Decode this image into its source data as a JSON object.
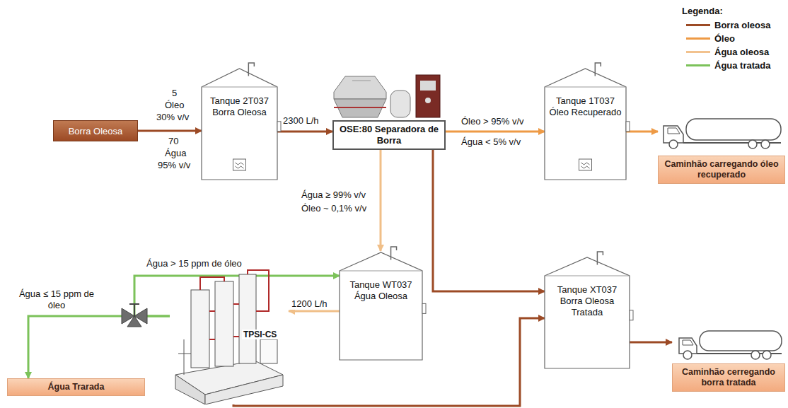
{
  "diagram": {
    "nodes": [
      {
        "text": [
          "Borra Oleosa"
        ]
      },
      {
        "text": [
          "Tanque 2T037 Borra Oleosa"
        ]
      },
      {
        "text": [
          "OSE:80 Separadora de Borra"
        ]
      },
      {
        "text": [
          "Tanque 1T037 Óleo Recuperado"
        ]
      },
      {
        "text": [
          "Caminhão carregando óleo recuperado"
        ]
      },
      {
        "text": [
          "Tanque WT037 Água Oleosa"
        ]
      },
      {
        "text": [
          "Tanque XT037 Borra Oleosa Tratada"
        ]
      },
      {
        "text": [
          "Caminhão cerregando borra tratada"
        ]
      },
      {
        "text": [
          "TPSI-CS"
        ]
      },
      {
        "text": [
          "Água Trarada"
        ]
      }
    ],
    "edges": [
      {
        "from": 0,
        "to": 1,
        "arrow": "to"
      },
      {
        "from": 1,
        "to": 2,
        "label": "2300 L/h",
        "arrow": "to"
      },
      {
        "from": 2,
        "to": 3,
        "label": "Óleo > 95% v/v",
        "arrow": "to"
      },
      {
        "from": 3,
        "to": 4,
        "arrow": "to"
      },
      {
        "from": 2,
        "to": 5,
        "label": "Água ≥ 99% v/v",
        "arrow": "to"
      },
      {
        "from": 2,
        "to": 6,
        "arrow": "to"
      },
      {
        "from": 5,
        "to": 8,
        "label": "1200 L/h",
        "arrow": "to"
      },
      {
        "from": 8,
        "to": 6,
        "arrow": "to"
      },
      {
        "from": 8,
        "to": 5,
        "label": "Água > 15 ppm de óleo",
        "arrow": "to"
      },
      {
        "from": 8,
        "to": 9,
        "label": "Água ≤ 15 ppm de óleo",
        "arrow": "to"
      },
      {
        "from": 6,
        "to": 7,
        "arrow": "to"
      }
    ],
    "labels": [
      "5",
      "Óleo",
      "30% v/v",
      "70",
      "Água",
      "95% v/v",
      "Água < 5% v/v",
      "Óleo ~ 0,1% v/v",
      "Legenda:"
    ],
    "legend": [
      {
        "text": "Borra oleosa",
        "color": "#9c4a25"
      },
      {
        "text": "Óleo",
        "color": "#ee9a45"
      },
      {
        "text": "Água oleosa",
        "color": "#f2c28e"
      },
      {
        "text": "Água tratada",
        "color": "#7cc25a"
      }
    ]
  }
}
